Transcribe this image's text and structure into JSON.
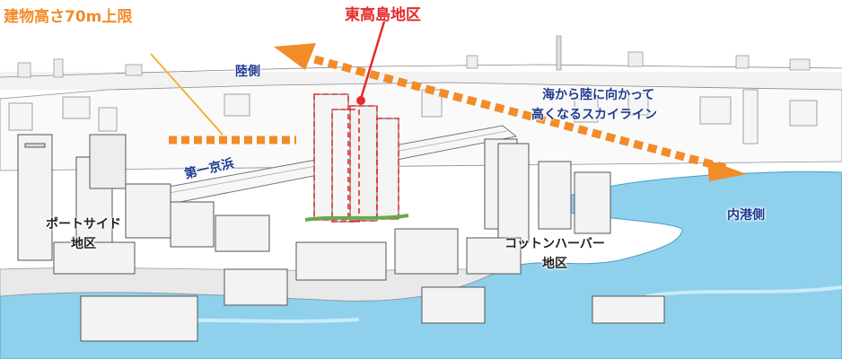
{
  "labels": {
    "height_limit": "建物高さ70m上限",
    "district_focus": "東高島地区",
    "land_side": "陸側",
    "skyline_line1": "海から陸に向かって",
    "skyline_line2": "高くなるスカイライン",
    "highway": "第一京浜",
    "inner_harbor": "内港側",
    "port_side_line1": "ポートサイド",
    "port_side_line2": "地区",
    "cotton_harbor_line1": "コットンハーバー",
    "cotton_harbor_line2": "地区"
  },
  "colors": {
    "orange": "#f28c28",
    "red": "#e52a2a",
    "blue_text": "#1f3a8f",
    "water": "#8fd0ec",
    "building_outline": "#555555"
  }
}
